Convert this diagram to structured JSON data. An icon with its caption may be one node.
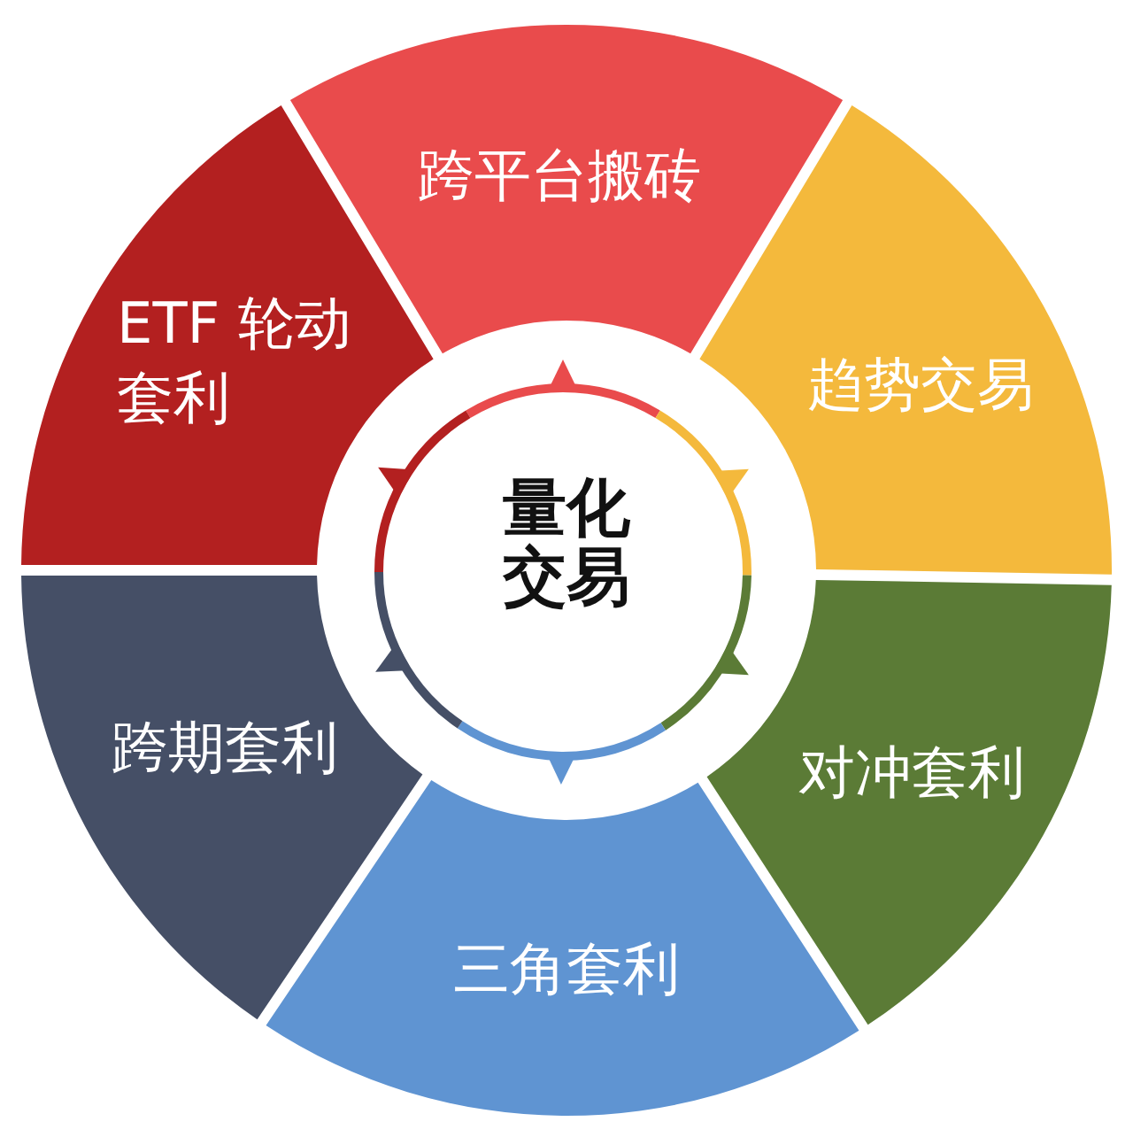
{
  "diagram": {
    "nodes": [
      {
        "text": [
          "量化交易"
        ]
      },
      {
        "text": [
          "跨平台搬砖"
        ]
      },
      {
        "text": [
          "趋势交易"
        ]
      },
      {
        "text": [
          "对冲套利"
        ]
      },
      {
        "text": [
          "三角套利"
        ]
      },
      {
        "text": [
          "跨期套利"
        ]
      },
      {
        "text": [
          "ETF 轮动套利"
        ]
      }
    ]
  }
}
